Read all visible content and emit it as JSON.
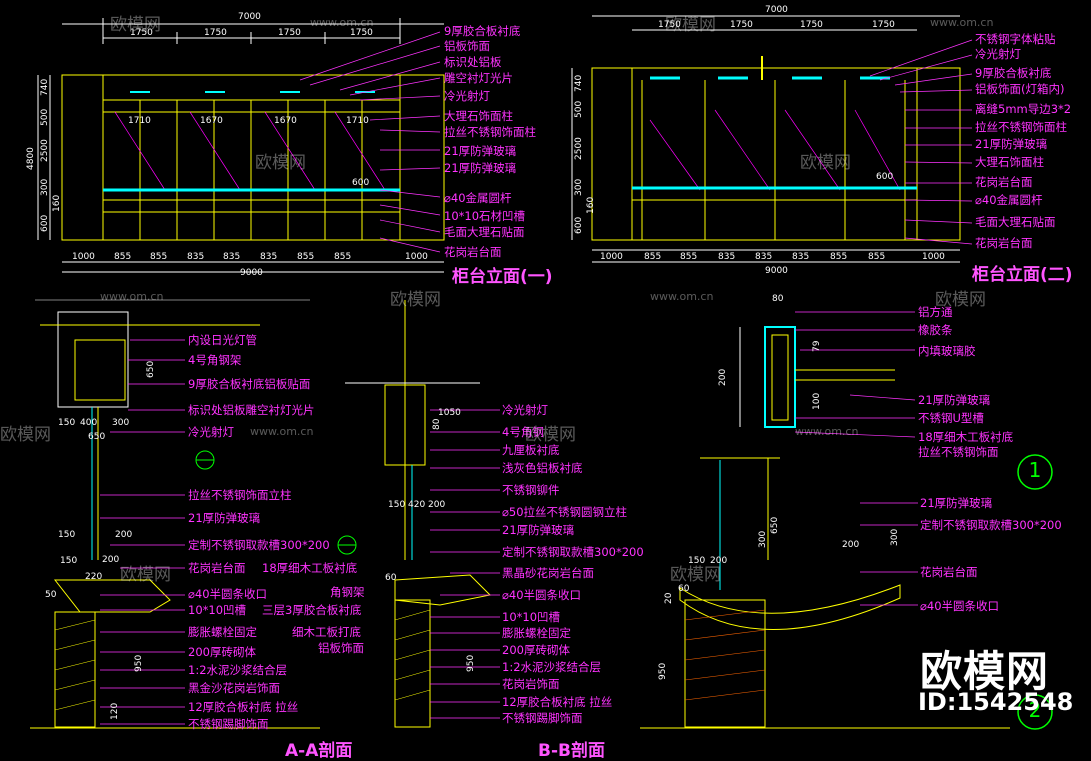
{
  "colors": {
    "annotation": "#ff33ff",
    "dimension": "#ffffff",
    "structure": "#ffff00",
    "glass": "#00ffff",
    "detail": "#00ff00",
    "background": "#000000"
  },
  "titles": {
    "elev1": "柜台立面(一)",
    "elev2": "柜台立面(二)",
    "secA": "A-A剖面",
    "secB": "B-B剖面"
  },
  "details": {
    "d1": "1",
    "d2": "2"
  },
  "watermark": {
    "brand": "欧模网",
    "url": "www.om.cn",
    "id": "ID:1542548"
  },
  "elev1": {
    "top_total": "7000",
    "top_dims": [
      "1750",
      "1750",
      "1750",
      "1750"
    ],
    "inner_dims": [
      "1710",
      "1670",
      "1670",
      "1710"
    ],
    "bottom_dims": [
      "1000",
      "855",
      "855",
      "835",
      "835",
      "835",
      "855",
      "855",
      "1000"
    ],
    "bottom_total": "9000",
    "left_dims": [
      "740",
      "500",
      "2500",
      "300",
      "160",
      "600"
    ],
    "left_total": "4800",
    "dim_600": "600",
    "labels": [
      "9厚胶合板衬底",
      "铝板饰面",
      "标识处铝板",
      "雕空衬灯光片",
      "冷光射灯",
      "大理石饰面柱",
      "拉丝不锈钢饰面柱",
      "21厚防弹玻璃",
      "21厚防弹玻璃",
      "⌀40金属圆杆",
      "10*10石材凹槽",
      "毛面大理石贴面",
      "花岗岩台面"
    ]
  },
  "elev2": {
    "top_total": "7000",
    "top_dims": [
      "1750",
      "1750",
      "1750",
      "1750"
    ],
    "bottom_dims": [
      "1000",
      "855",
      "855",
      "835",
      "835",
      "835",
      "855",
      "855",
      "1000"
    ],
    "bottom_total": "9000",
    "left_dims": [
      "740",
      "500",
      "2500",
      "300",
      "160",
      "600"
    ],
    "dim_600": "600",
    "labels": [
      "不锈钢字体粘贴",
      "冷光射灯",
      "9厚胶合板衬底",
      "铝板饰面(灯箱内)",
      "离缝5mm导边3*2",
      "拉丝不锈钢饰面柱",
      "21厚防弹玻璃",
      "大理石饰面柱",
      "花岗岩台面",
      "⌀40金属圆杆",
      "毛面大理石贴面",
      "花岗岩台面"
    ]
  },
  "secA": {
    "labels_upper": [
      "内设日光灯管",
      "4号角钢架",
      "9厚胶合板衬底铝板贴面",
      "标识处铝板雕空衬灯光片",
      "冷光射灯"
    ],
    "labels_mid": [
      "拉丝不锈钢饰面立柱",
      "21厚防弹玻璃",
      "定制不锈钢取款槽300*200",
      "花岗岩台面",
      "18厚细木工板衬底"
    ],
    "labels_lower": [
      "⌀40半圆条收口",
      "10*10凹槽",
      "膨胀螺栓固定",
      "200厚砖砌体",
      "1:2水泥沙浆结合层",
      "黑金沙花岗岩饰面",
      "12厚胶合板衬底 拉丝",
      "不锈钢踢脚饰面"
    ],
    "labels_right": [
      "角钢架",
      "三层3厚胶合板衬底",
      "细木工板打底",
      "铝板饰面"
    ],
    "dims": [
      "650",
      "950",
      "150",
      "400",
      "300",
      "150",
      "200",
      "650",
      "50",
      "120",
      "200",
      "220",
      "150"
    ]
  },
  "secB": {
    "labels": [
      "冷光射灯",
      "4号角钢",
      "九厘板衬底",
      "浅灰色铝板衬底",
      "不锈钢铆件",
      "⌀50拉丝不锈钢圆钢立柱",
      "21厚防弹玻璃",
      "定制不锈钢取款槽300*200",
      "黑晶砂花岗岩台面",
      "⌀40半圆条收口",
      "10*10凹槽",
      "膨胀螺栓固定",
      "200厚砖砌体",
      "1:2水泥沙浆结合层",
      "花岗岩饰面",
      "12厚胶合板衬底 拉丝",
      "不锈钢踢脚饰面"
    ],
    "dims": [
      "1050",
      "150",
      "420",
      "200",
      "950",
      "80",
      "60"
    ]
  },
  "detail1": {
    "labels": [
      "铝方通",
      "橡胶条",
      "内填玻璃胶",
      "21厚防弹玻璃",
      "不锈钢U型槽",
      "18厚细木工板衬底",
      "拉丝不锈钢饰面"
    ],
    "dims": [
      "80",
      "200",
      "79",
      "100"
    ]
  },
  "detail2": {
    "labels": [
      "21厚防弹玻璃",
      "定制不锈钢取款槽300*200",
      "花岗岩台面",
      "⌀40半圆条收口"
    ],
    "dims": [
      "650",
      "300",
      "200",
      "150",
      "200",
      "300",
      "950",
      "60",
      "20"
    ]
  }
}
